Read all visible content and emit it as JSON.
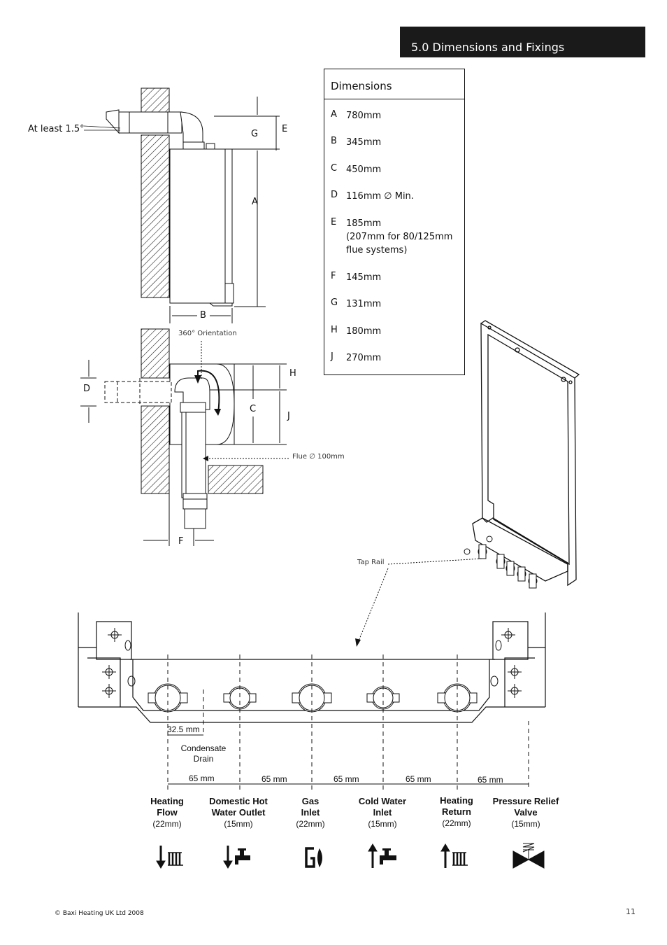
{
  "header": {
    "title": "5.0   Dimensions and Fixings"
  },
  "dimensions": {
    "title": "Dimensions",
    "rows": [
      {
        "letter": "A",
        "value": "780mm"
      },
      {
        "letter": "B",
        "value": "345mm"
      },
      {
        "letter": "C",
        "value": "450mm"
      },
      {
        "letter": "D",
        "value": "116mm ∅ Min."
      },
      {
        "letter": "E",
        "value": "185mm\n(207mm for 80/125mm\nflue systems)"
      },
      {
        "letter": "F",
        "value": "145mm"
      },
      {
        "letter": "G",
        "value": "131mm"
      },
      {
        "letter": "H",
        "value": "180mm"
      },
      {
        "letter": "J",
        "value": "270mm"
      }
    ]
  },
  "side_view": {
    "angle_label": "At least 1.5°",
    "labels": {
      "a": "A",
      "b": "B",
      "e": "E",
      "g": "G"
    }
  },
  "top_view": {
    "orientation_label": "360° Orientation",
    "flue_label": "Flue ∅ 100mm",
    "labels": {
      "c": "C",
      "d": "D",
      "f": "F",
      "h": "H",
      "j": "J"
    }
  },
  "tap_rail_label": "Tap Rail",
  "connections": {
    "offset_label": "32.5 mm",
    "condensate_label": "Condensate\nDrain",
    "spacing_label": "65 mm",
    "items": [
      {
        "name": "Heating\nFlow",
        "size": "(22mm)",
        "icon": "down-arrow-radiator-icon"
      },
      {
        "name": "Domestic Hot\nWater Outlet",
        "size": "(15mm)",
        "icon": "down-arrow-tap-icon"
      },
      {
        "name": "Gas\nInlet",
        "size": "(22mm)",
        "icon": "gas-flame-icon"
      },
      {
        "name": "Cold Water\nInlet",
        "size": "(15mm)",
        "icon": "up-arrow-tap-icon"
      },
      {
        "name": "Heating\nReturn",
        "size": "(22mm)",
        "icon": "up-arrow-radiator-icon"
      },
      {
        "name": "Pressure Relief\nValve",
        "size": "(15mm)",
        "icon": "relief-valve-icon"
      }
    ]
  },
  "footer": {
    "copyright": "© Baxi Heating UK Ltd 2008",
    "page_number": "11"
  }
}
